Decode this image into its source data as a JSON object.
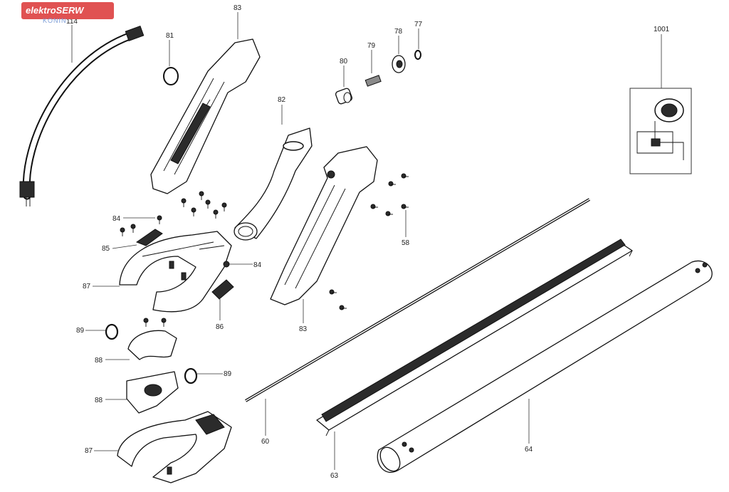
{
  "watermark": {
    "brand": "elektroSERW",
    "city": "KONIN"
  },
  "labels": {
    "l114": "114",
    "l83a": "83",
    "l81": "81",
    "l82": "82",
    "l80": "80",
    "l79": "79",
    "l78": "78",
    "l77": "77",
    "l1001": "1001",
    "l84a": "84",
    "l85": "85",
    "l87a": "87",
    "l84b": "84",
    "l86": "86",
    "l89a": "89",
    "l88a": "88",
    "l89b": "89",
    "l88b": "88",
    "l87b": "87",
    "l58": "58",
    "l83b": "83",
    "l60": "60",
    "l63": "63",
    "l64": "64"
  },
  "colors": {
    "ink": "#111111",
    "watermark_red": "#e05252",
    "watermark_blue": "#7a9bd6"
  }
}
